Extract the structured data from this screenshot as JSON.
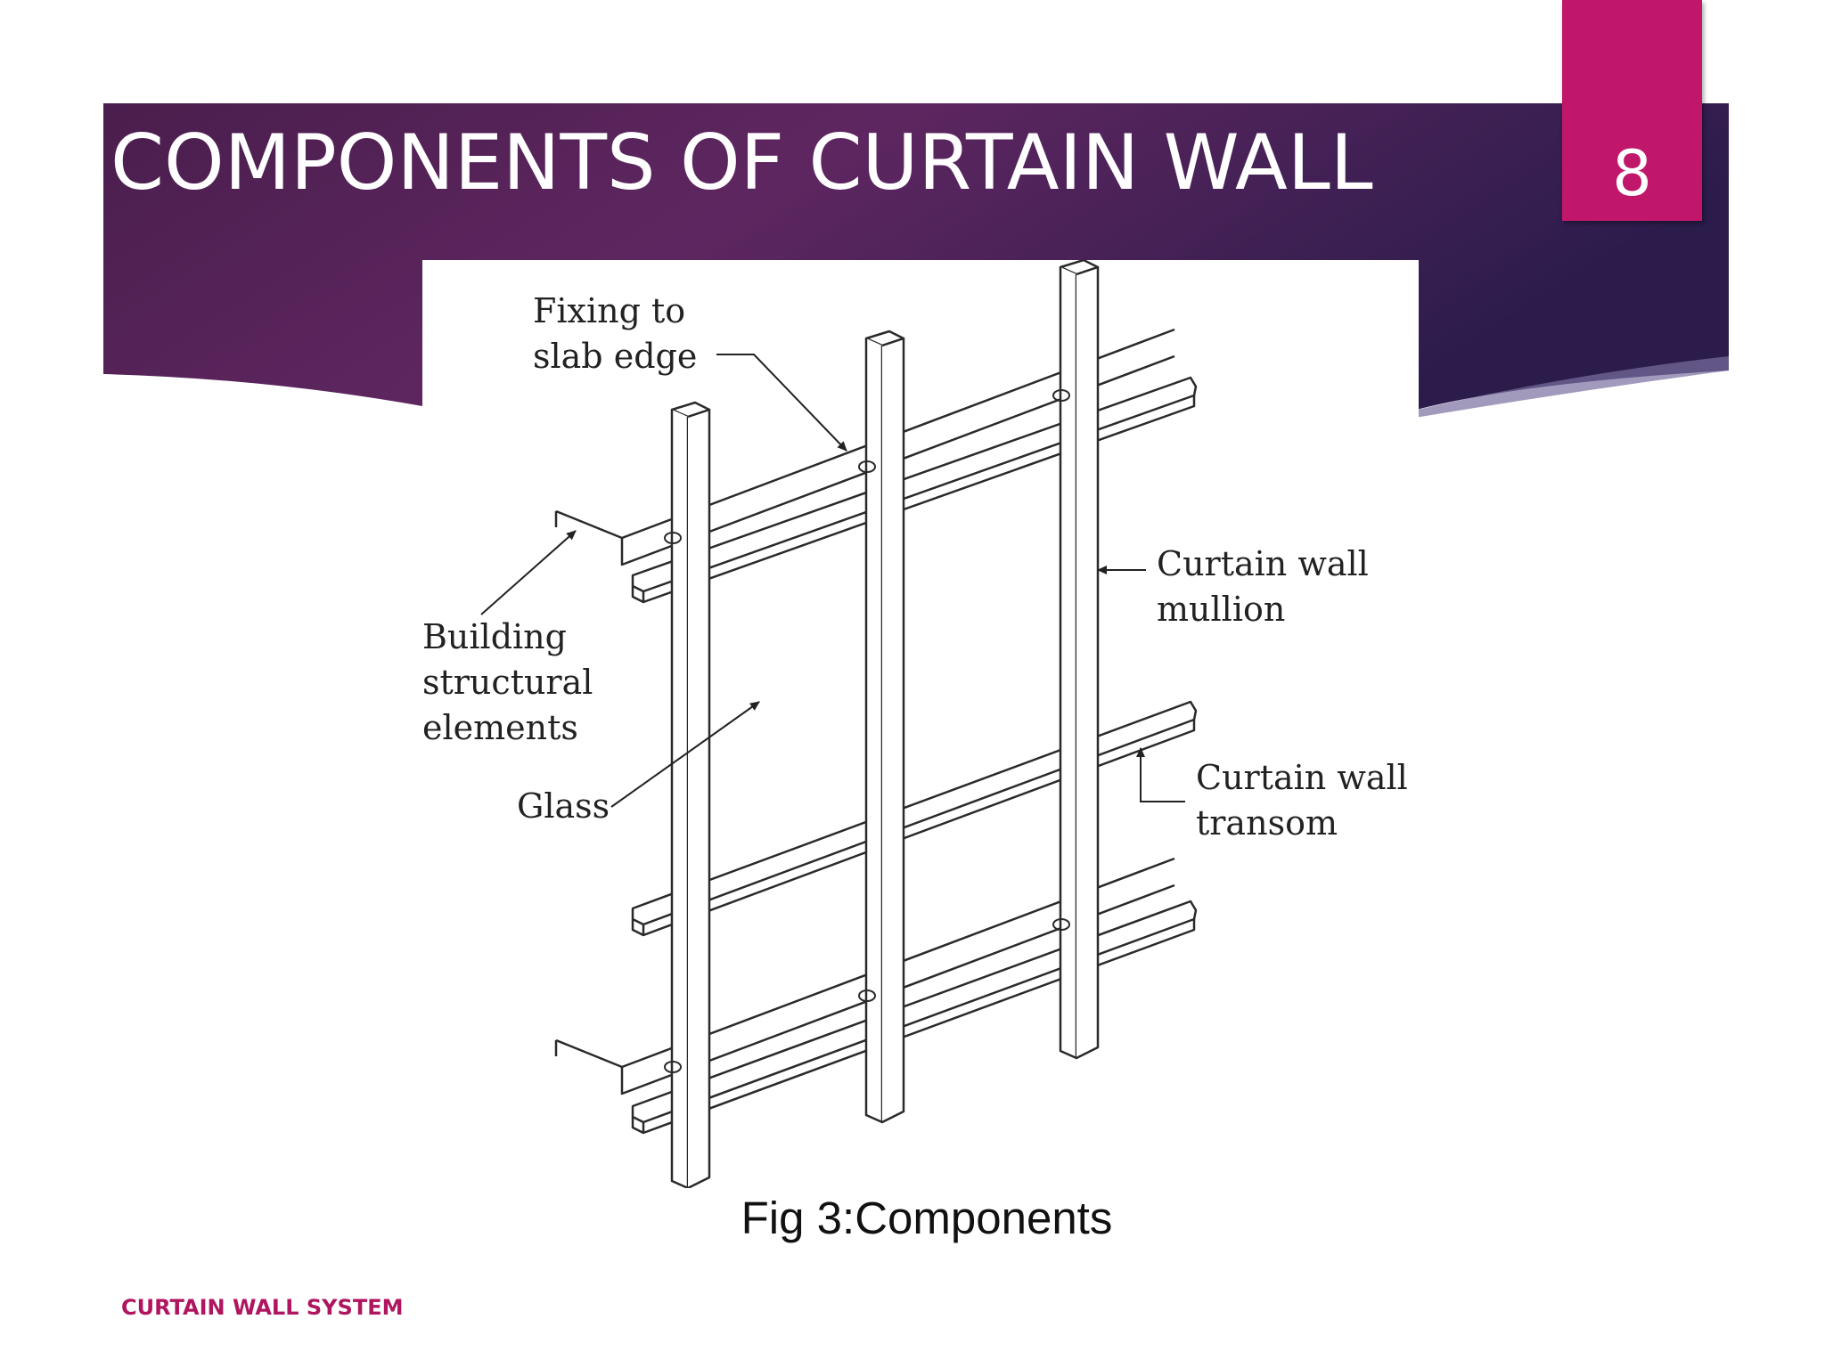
{
  "slide": {
    "title": "COMPONENTS OF CURTAIN WALL",
    "page_number": "8",
    "footer": "CURTAIN WALL SYSTEM",
    "caption": "Fig 3:Components",
    "colors": {
      "banner_dark": "#2c1a4a",
      "banner_mid": "#5e2660",
      "accent": "#c0176a"
    }
  },
  "diagram": {
    "labels": {
      "fixing_line1": "Fixing to",
      "fixing_line2": "slab edge",
      "structural_line1": "Building",
      "structural_line2": "structural",
      "structural_line3": "elements",
      "glass": "Glass",
      "mullion_line1": "Curtain wall",
      "mullion_line2": "mullion",
      "transom_line1": "Curtain wall",
      "transom_line2": "transom"
    }
  }
}
